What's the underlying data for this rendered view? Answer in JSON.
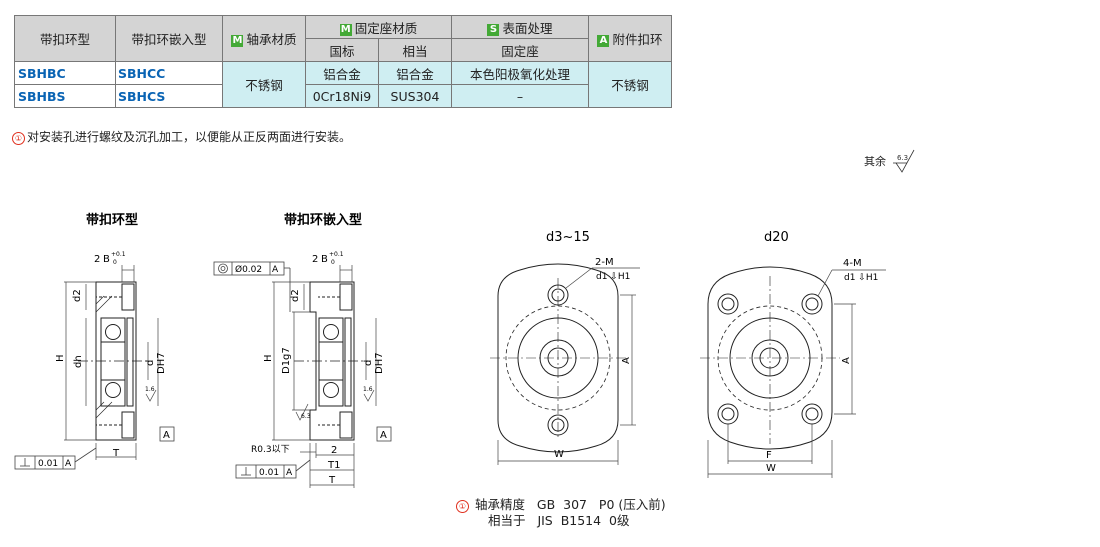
{
  "table": {
    "h_ring_type": "带扣环型",
    "h_embed_type": "带扣环嵌入型",
    "h_bearing_tag": "M",
    "h_bearing": "轴承材质",
    "h_seat_tag": "M",
    "h_seat": "固定座材质",
    "h_seat_gb": "国标",
    "h_seat_eq": "相当",
    "h_surface_tag": "S",
    "h_surface": "表面处理",
    "h_surface_sub": "固定座",
    "h_clip_tag": "A",
    "h_clip": "附件扣环",
    "rows": [
      {
        "ring": "SBHBC",
        "embed": "SBHCC",
        "gb": "铝合金",
        "eq": "铝合金",
        "surface": "本色阳极氧化处理"
      },
      {
        "ring": "SBHBS",
        "embed": "SBHCS",
        "gb": "0Cr18Ni9",
        "eq": "SUS304",
        "surface": "–"
      }
    ],
    "bearing_material": "不锈钢",
    "clip_material": "不锈钢"
  },
  "note": {
    "mark": "①",
    "text": "对安装孔进行螺纹及沉孔加工，以便能从正反两面进行安装。"
  },
  "roughness": {
    "text": "其余",
    "value": "6.3"
  },
  "drawings": {
    "title_ring": "带扣环型",
    "title_embed": "带扣环嵌入型",
    "title_d3_15": "d3~15",
    "title_d20": "d20",
    "dim_2B": "2",
    "dim_B": "B",
    "dim_tol_plus": "+0.1",
    "dim_tol_zero": "0",
    "dim_d2": "d2",
    "dim_H": "H",
    "dim_dh": "dh",
    "dim_d": "d",
    "dim_DH7": "DH7",
    "dim_D1g7": "D1g7",
    "dim_T": "T",
    "dim_T1": "T1",
    "dim_2": "2",
    "dim_A": "A",
    "dim_W": "W",
    "dim_F": "F",
    "datum_A": "A",
    "perp_tol": "0.01",
    "perp_ref": "A",
    "conc_tol": "Ø0.02",
    "conc_ref": "A",
    "radius_note": "R0.3以下",
    "rough_16": "1.6",
    "rough_63": "6.3",
    "hole_2M": "2-M",
    "hole_4M": "4-M",
    "hole_callout": "d1 ⇩H1"
  },
  "bottom_note": {
    "mark": "①",
    "line1_label": "轴承精度",
    "line1_value": "GB  307   P0 (压入前)",
    "line2_label": "相当于",
    "line2_value": "JIS  B1514  0级"
  }
}
